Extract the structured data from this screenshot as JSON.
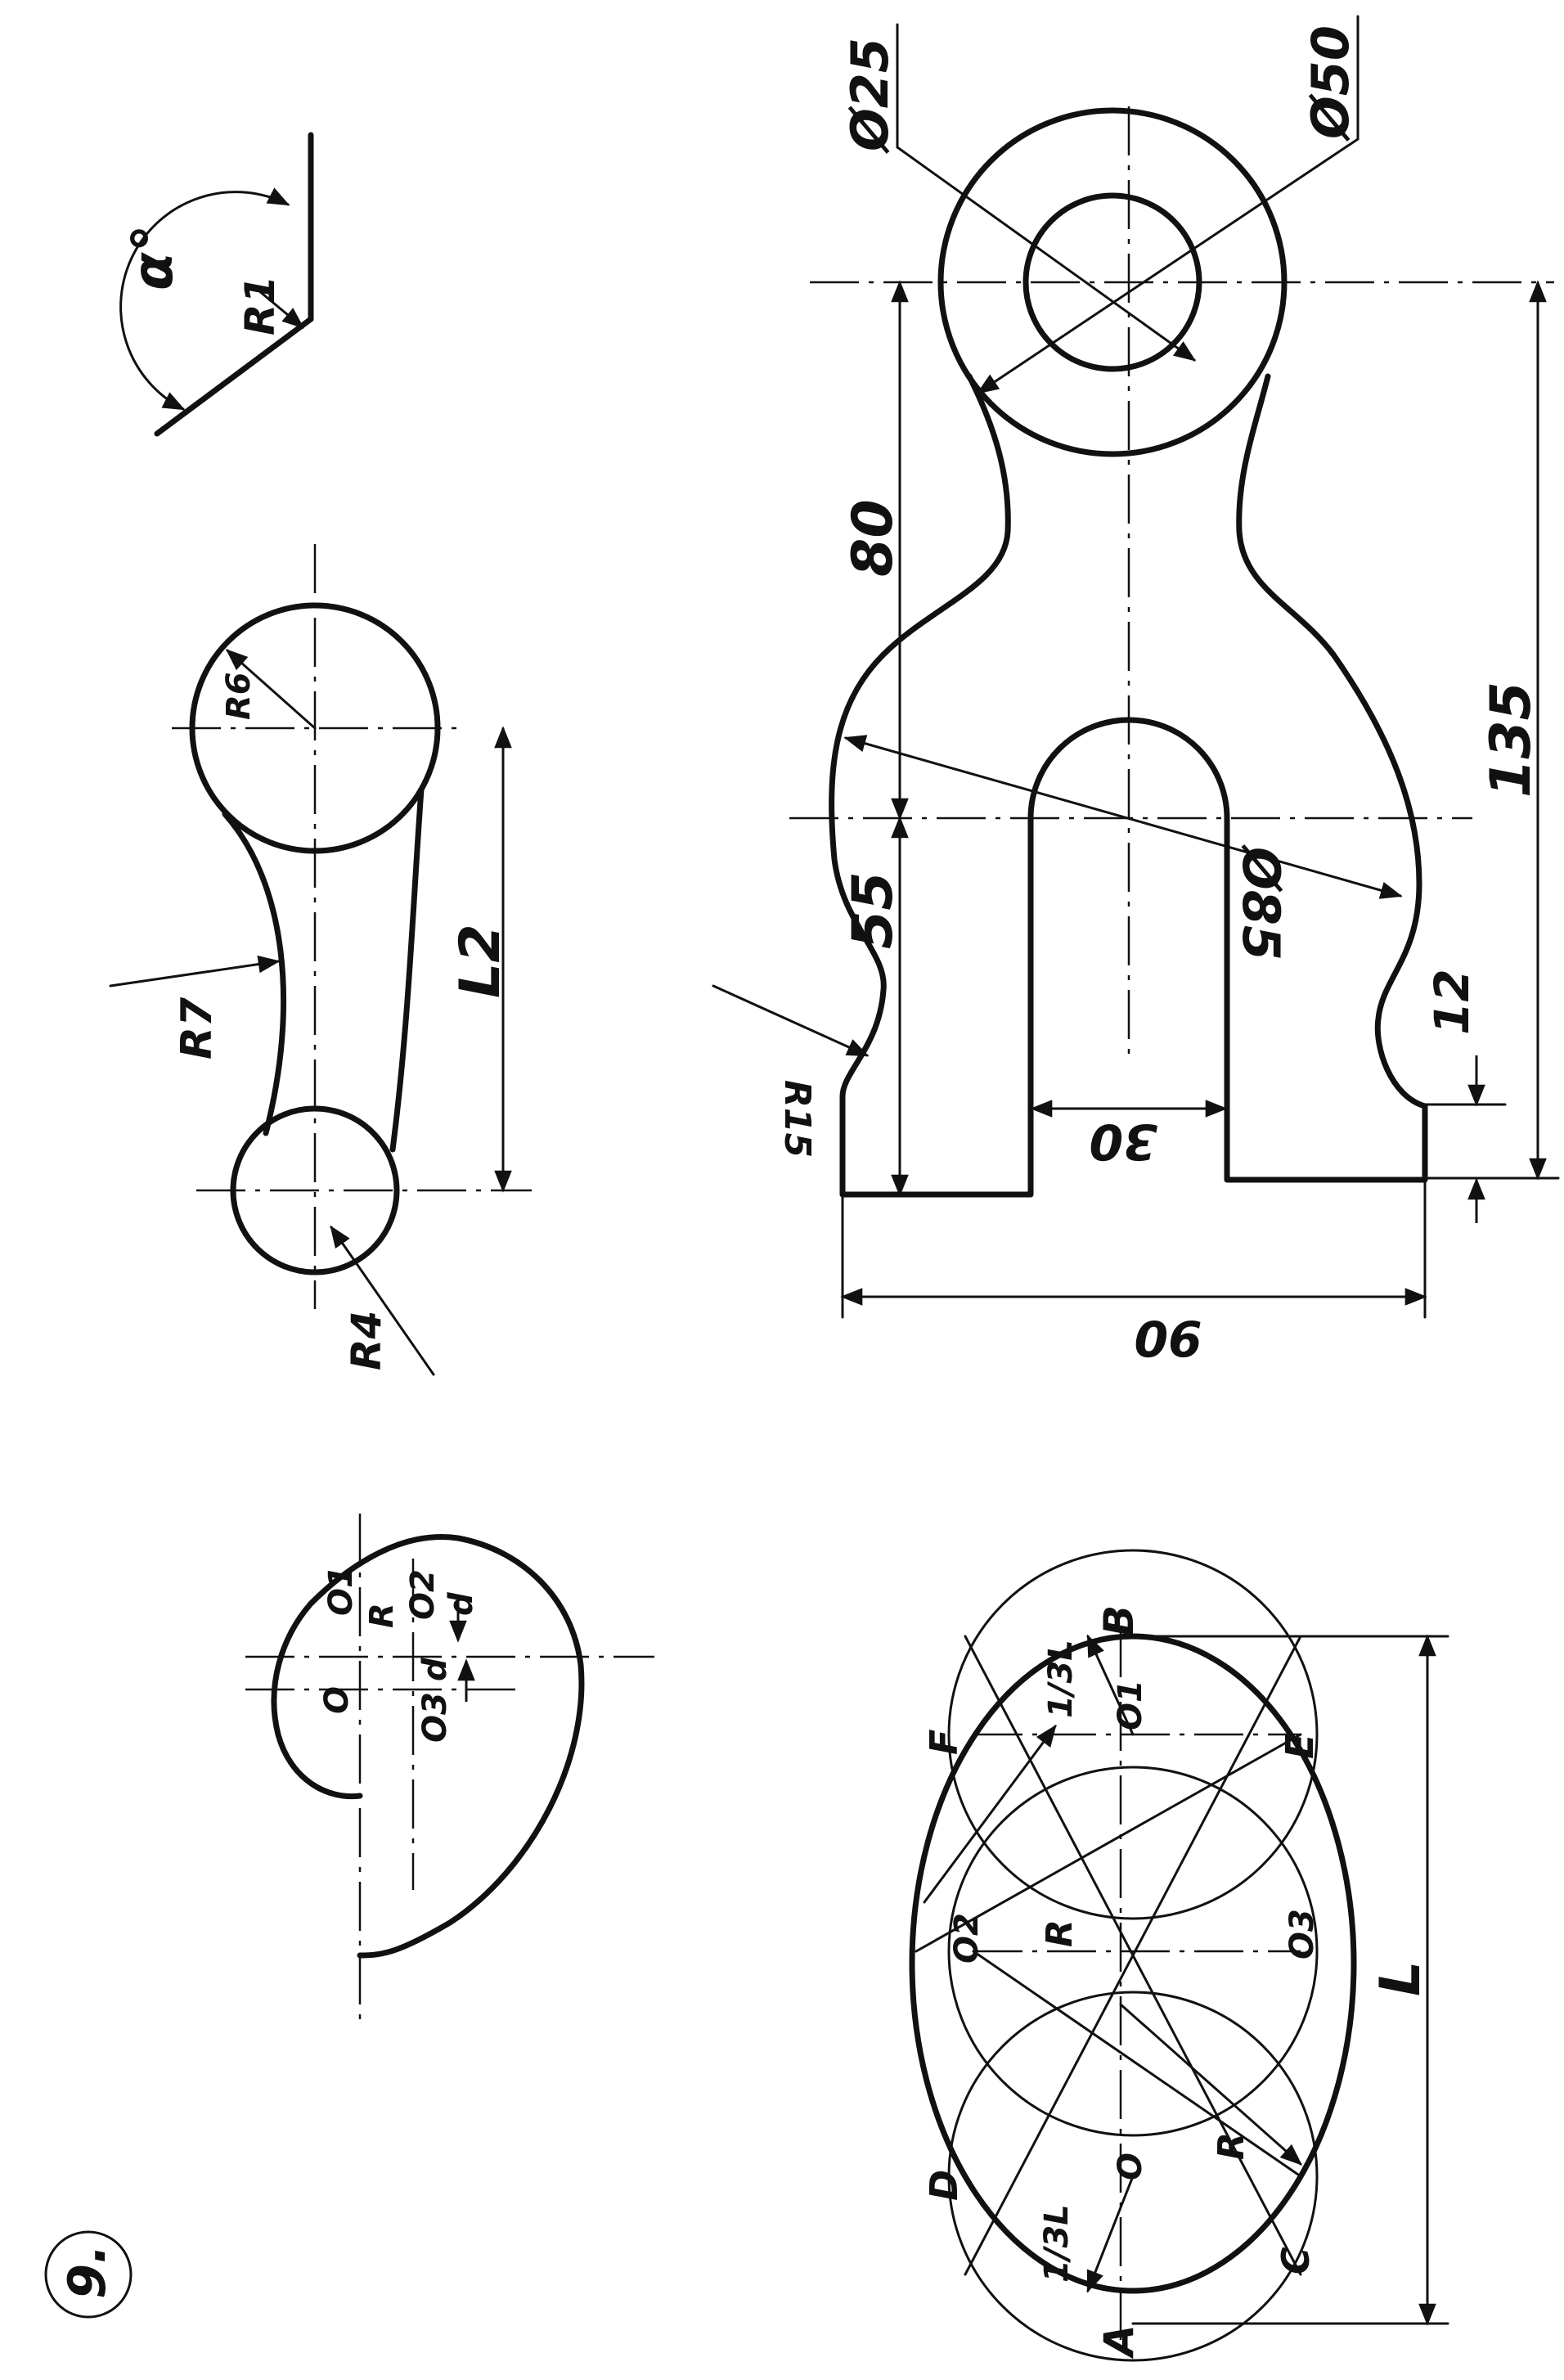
{
  "sheet": {
    "number": "9."
  },
  "angle_detail": {
    "angle_label": "α°",
    "radius_label": "R1"
  },
  "link_detail": {
    "r6_label": "R6",
    "r7_label": "R7",
    "r4_label": "R4",
    "l2_label": "L2"
  },
  "bracket_detail": {
    "d25_label": "Ø25",
    "d50_label": "Ø50",
    "dim_80": "80",
    "dim_55": "55",
    "dim_135": "135",
    "d85_label": "Ø85",
    "r15_label": "R15",
    "dim_12": "12",
    "dim_30": "30",
    "dim_90": "90"
  },
  "spiral_detail": {
    "o_label": "O",
    "o1_label": "O1",
    "r_label": "R",
    "o2_label": "O2",
    "o3_label": "O3",
    "d_label_1": "d",
    "d_label_2": "d"
  },
  "oval_detail": {
    "b_label": "B",
    "f_label": "F",
    "e_label": "E",
    "one_third_l_top": "1/3L",
    "o1_label": "O1",
    "o2_label": "O2",
    "r_label_upper": "R",
    "o_label": "O",
    "o3_label": "O3",
    "r_label_lower": "R",
    "l_label": "L",
    "d_label": "D",
    "one_third_l_bottom": "1/3L",
    "c_label": "C",
    "a_label": "A"
  },
  "colors": {
    "ink": "#111111",
    "paper": "#ffffff"
  }
}
